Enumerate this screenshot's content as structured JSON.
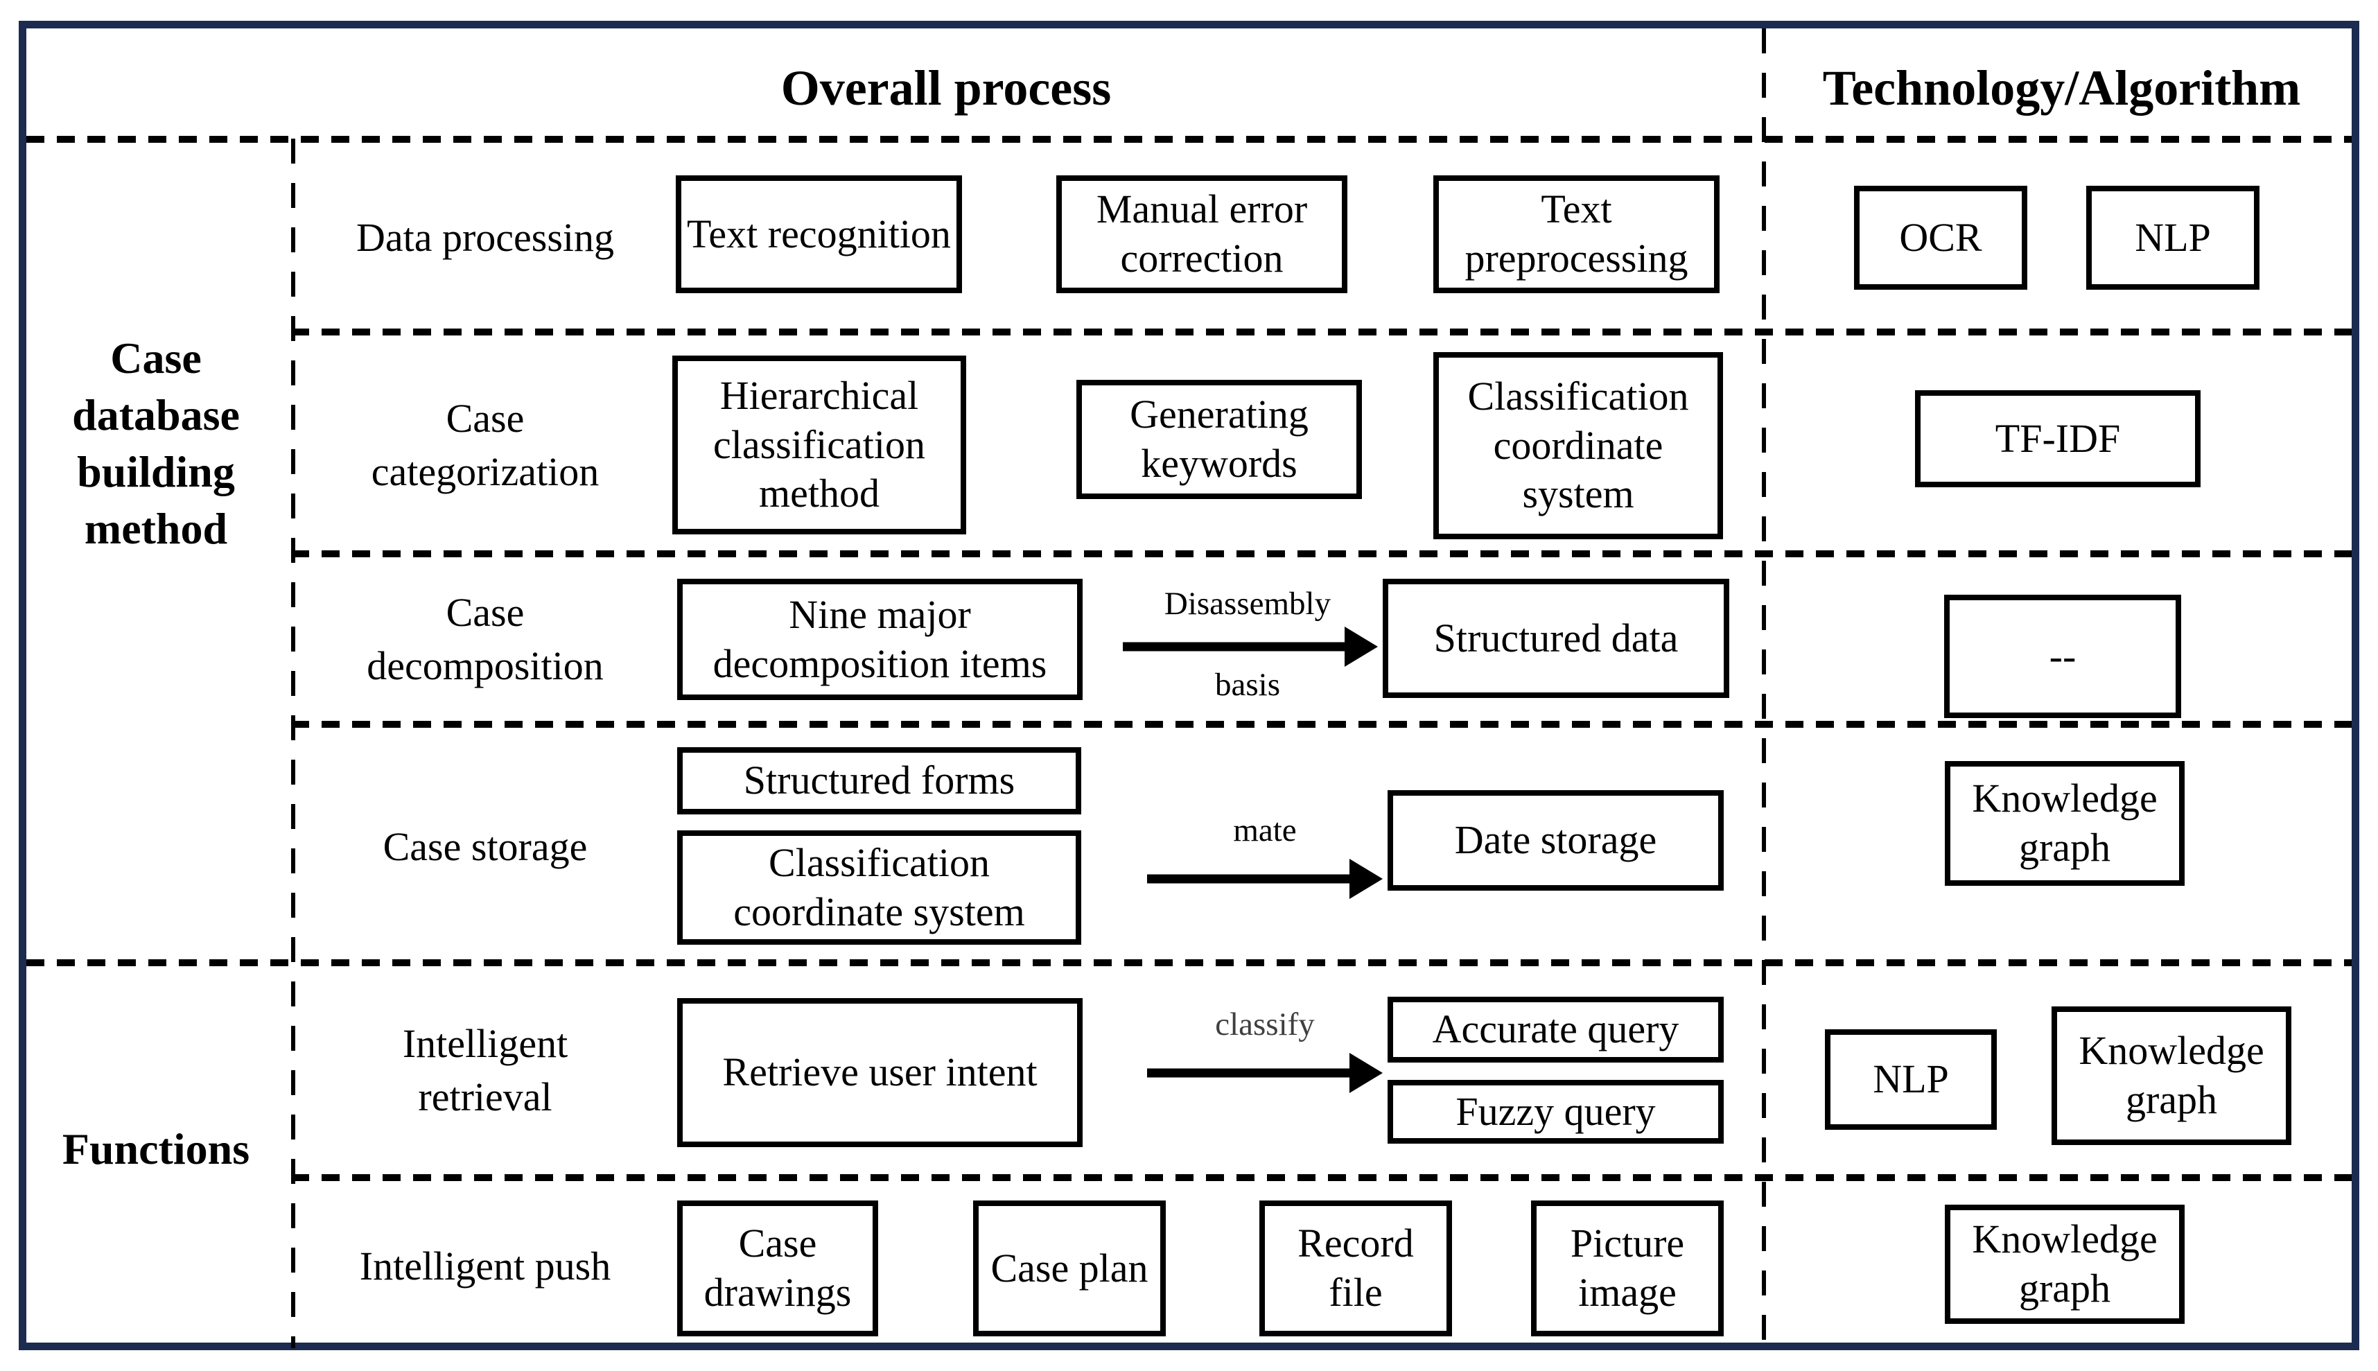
{
  "colors": {
    "frame_border": "#1b2c50",
    "line_and_text": "#000000",
    "classify_label": "#3f3f3f",
    "background": "#ffffff"
  },
  "header": {
    "process_title": "Overall process",
    "tech_title": "Technology/Algorithm"
  },
  "sections": {
    "building": "Case database building method",
    "functions": "Functions"
  },
  "rows": [
    {
      "label": "Data processing",
      "boxes": [
        "Text recognition",
        "Manual error correction",
        "Text preprocessing"
      ],
      "tech": [
        "OCR",
        "NLP"
      ]
    },
    {
      "label": "Case categorization",
      "boxes": [
        "Hierarchical classification method",
        "Generating keywords",
        "Classification coordinate system"
      ],
      "tech": [
        "TF-IDF"
      ]
    },
    {
      "label": "Case decomposition",
      "boxes": [
        "Nine major decomposition items"
      ],
      "arrow_label_top": "Disassembly",
      "arrow_label_bottom": "basis",
      "result": "Structured data",
      "tech": [
        "--"
      ]
    },
    {
      "label": "Case storage",
      "boxes": [
        "Structured forms",
        "Classification coordinate system"
      ],
      "arrow_label_top": "mate",
      "result": "Date storage",
      "tech": [
        "Knowledge graph"
      ]
    },
    {
      "label": "Intelligent retrieval",
      "boxes": [
        "Retrieve user intent"
      ],
      "arrow_label_top": "classify",
      "results": [
        "Accurate query",
        "Fuzzy query"
      ],
      "tech": [
        "NLP",
        "Knowledge graph"
      ]
    },
    {
      "label": "Intelligent push",
      "boxes": [
        "Case drawings",
        "Case plan",
        "Record file",
        "Picture image"
      ],
      "tech": [
        "Knowledge graph"
      ]
    }
  ]
}
